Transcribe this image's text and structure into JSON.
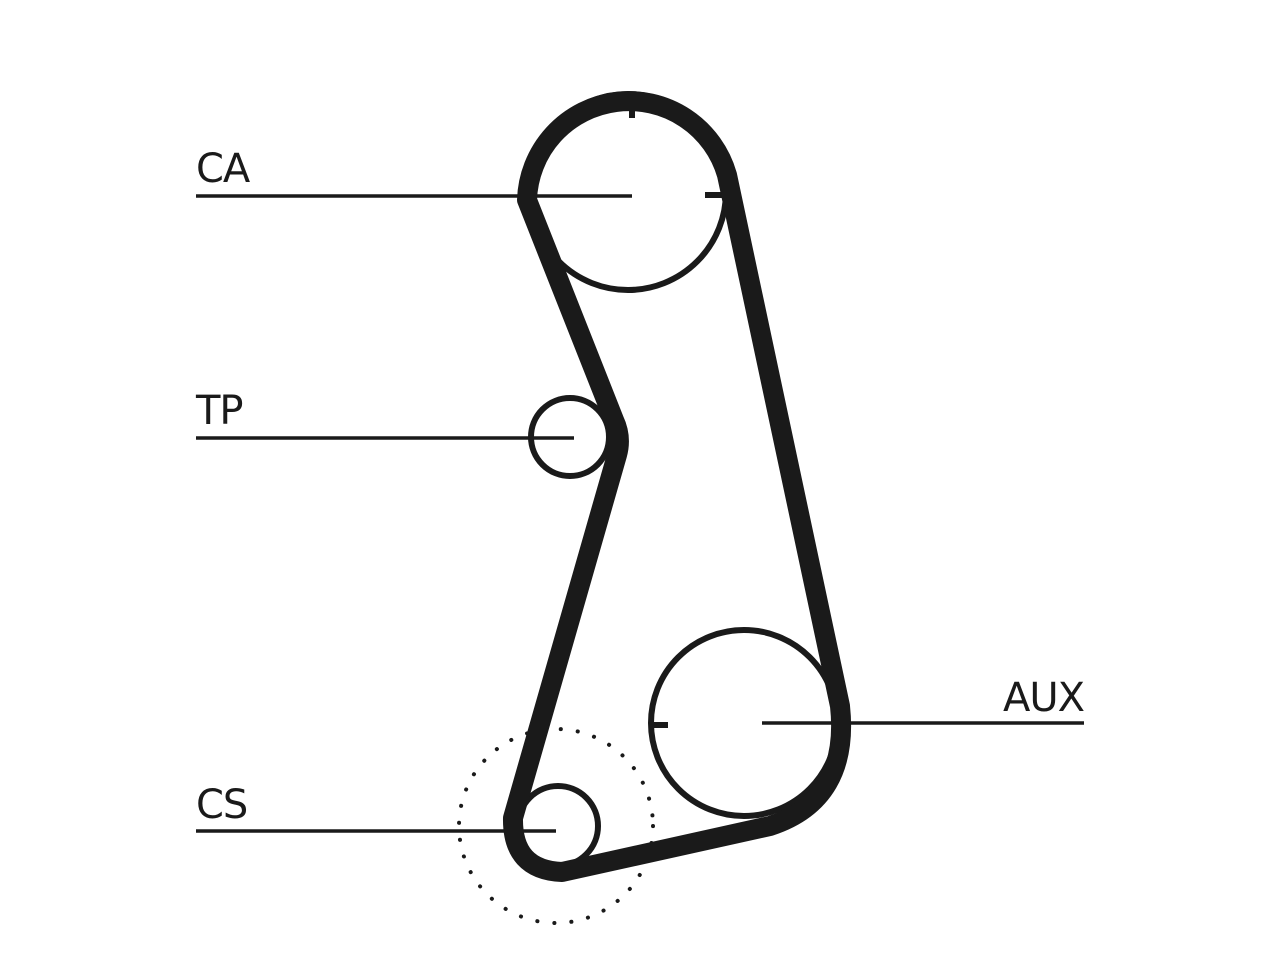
{
  "labels": {
    "camshaft": "CA",
    "tensioner": "TP",
    "crankshaft": "CS",
    "auxiliary": "AUX"
  },
  "colors": {
    "ink": "#1a1a1a",
    "background": "#ffffff"
  }
}
